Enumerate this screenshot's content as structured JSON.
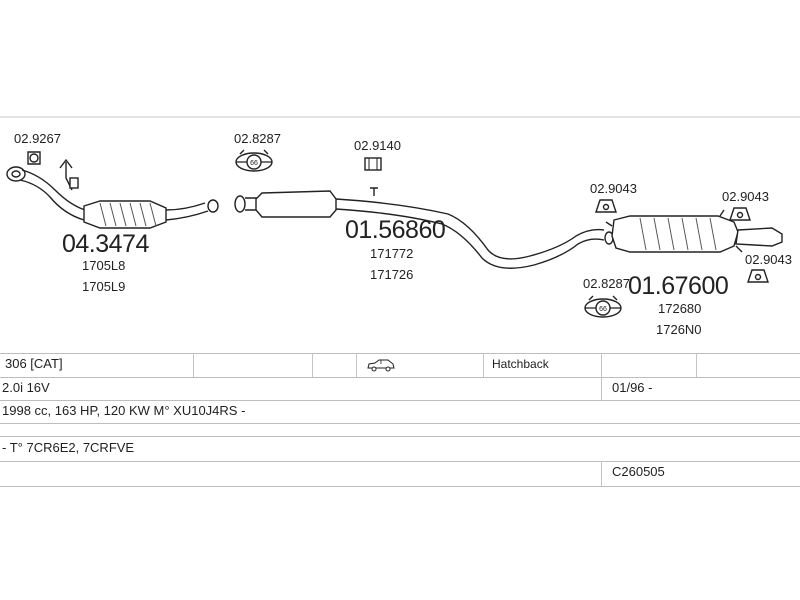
{
  "diagram": {
    "parts": {
      "front_pipe": {
        "number": "04.3474",
        "refs": [
          "1705L8",
          "1705L9"
        ]
      },
      "middle_silencer": {
        "number": "01.56860",
        "refs": [
          "171772",
          "171726"
        ]
      },
      "rear_silencer": {
        "number": "01.67600",
        "refs": [
          "172680",
          "1726N0"
        ]
      }
    },
    "fittings": {
      "gasket_front": "02.9267",
      "clamp_front": "02.8287",
      "hanger_middle": "02.9140",
      "hanger_rear_left": "02.9043",
      "hanger_rear_right_top": "02.9043",
      "hanger_rear_right_bottom": "02.9043",
      "clamp_rear": "02.8287"
    },
    "clamp_badge": "66"
  },
  "table": {
    "model": "306  [CAT]",
    "body_type": "Hatchback",
    "engine_short": "2.0i 16V",
    "date_from": "01/96 -",
    "engine_details": "1998 cc, 163 HP, 120 KW M° XU10J4RS -",
    "type_codes": "- T° 7CR6E2, 7CRFVE",
    "catalogue_code": "C260505"
  }
}
